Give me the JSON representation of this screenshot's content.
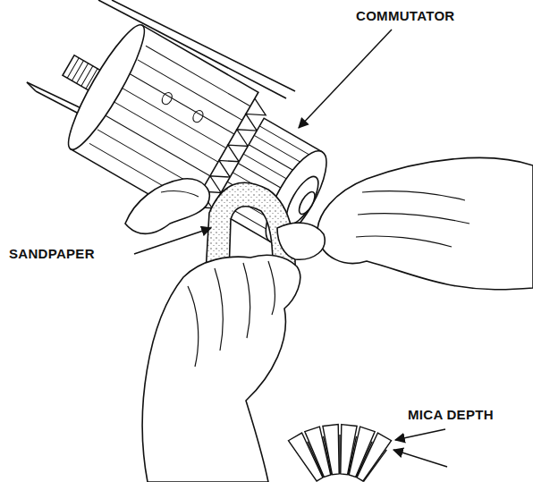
{
  "diagram": {
    "labels": [
      "COMMUTATOR",
      "SANDPAPER",
      "MICA DEPTH"
    ]
  }
}
